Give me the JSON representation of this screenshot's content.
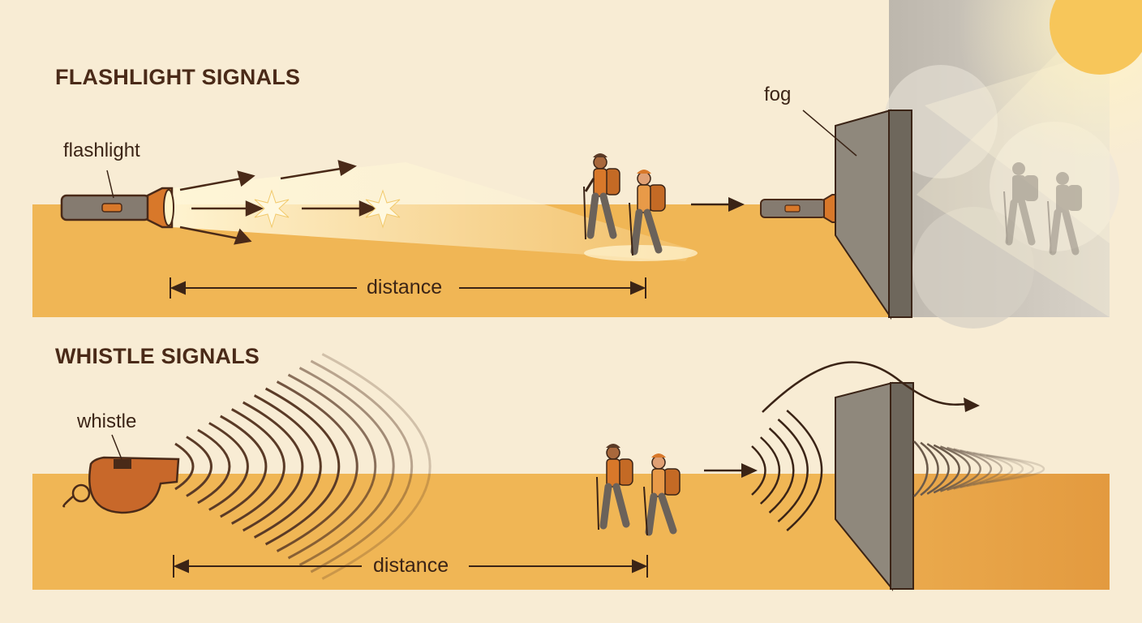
{
  "sections": {
    "flashlight": {
      "title": "FLASHLIGHT SIGNALS",
      "device_label": "flashlight",
      "obstacle_label": "fog",
      "distance_label": "distance"
    },
    "whistle": {
      "title": "WHISTLE SIGNALS",
      "device_label": "whistle",
      "distance_label": "distance"
    }
  },
  "colors": {
    "background": "#f8ecd4",
    "ground": "#f0b655",
    "ink": "#3b2416",
    "hiker_orange": "#d8782a",
    "hiker_gray": "#7a7066",
    "wall": "#8f887c",
    "fog": "#c8c2b8",
    "sun": "#f7c65a"
  },
  "icons": [
    "flashlight-icon",
    "whistle-icon",
    "hiker-icon",
    "sun-icon",
    "fog-wall",
    "sound-wave-icon",
    "arrow-icon"
  ]
}
